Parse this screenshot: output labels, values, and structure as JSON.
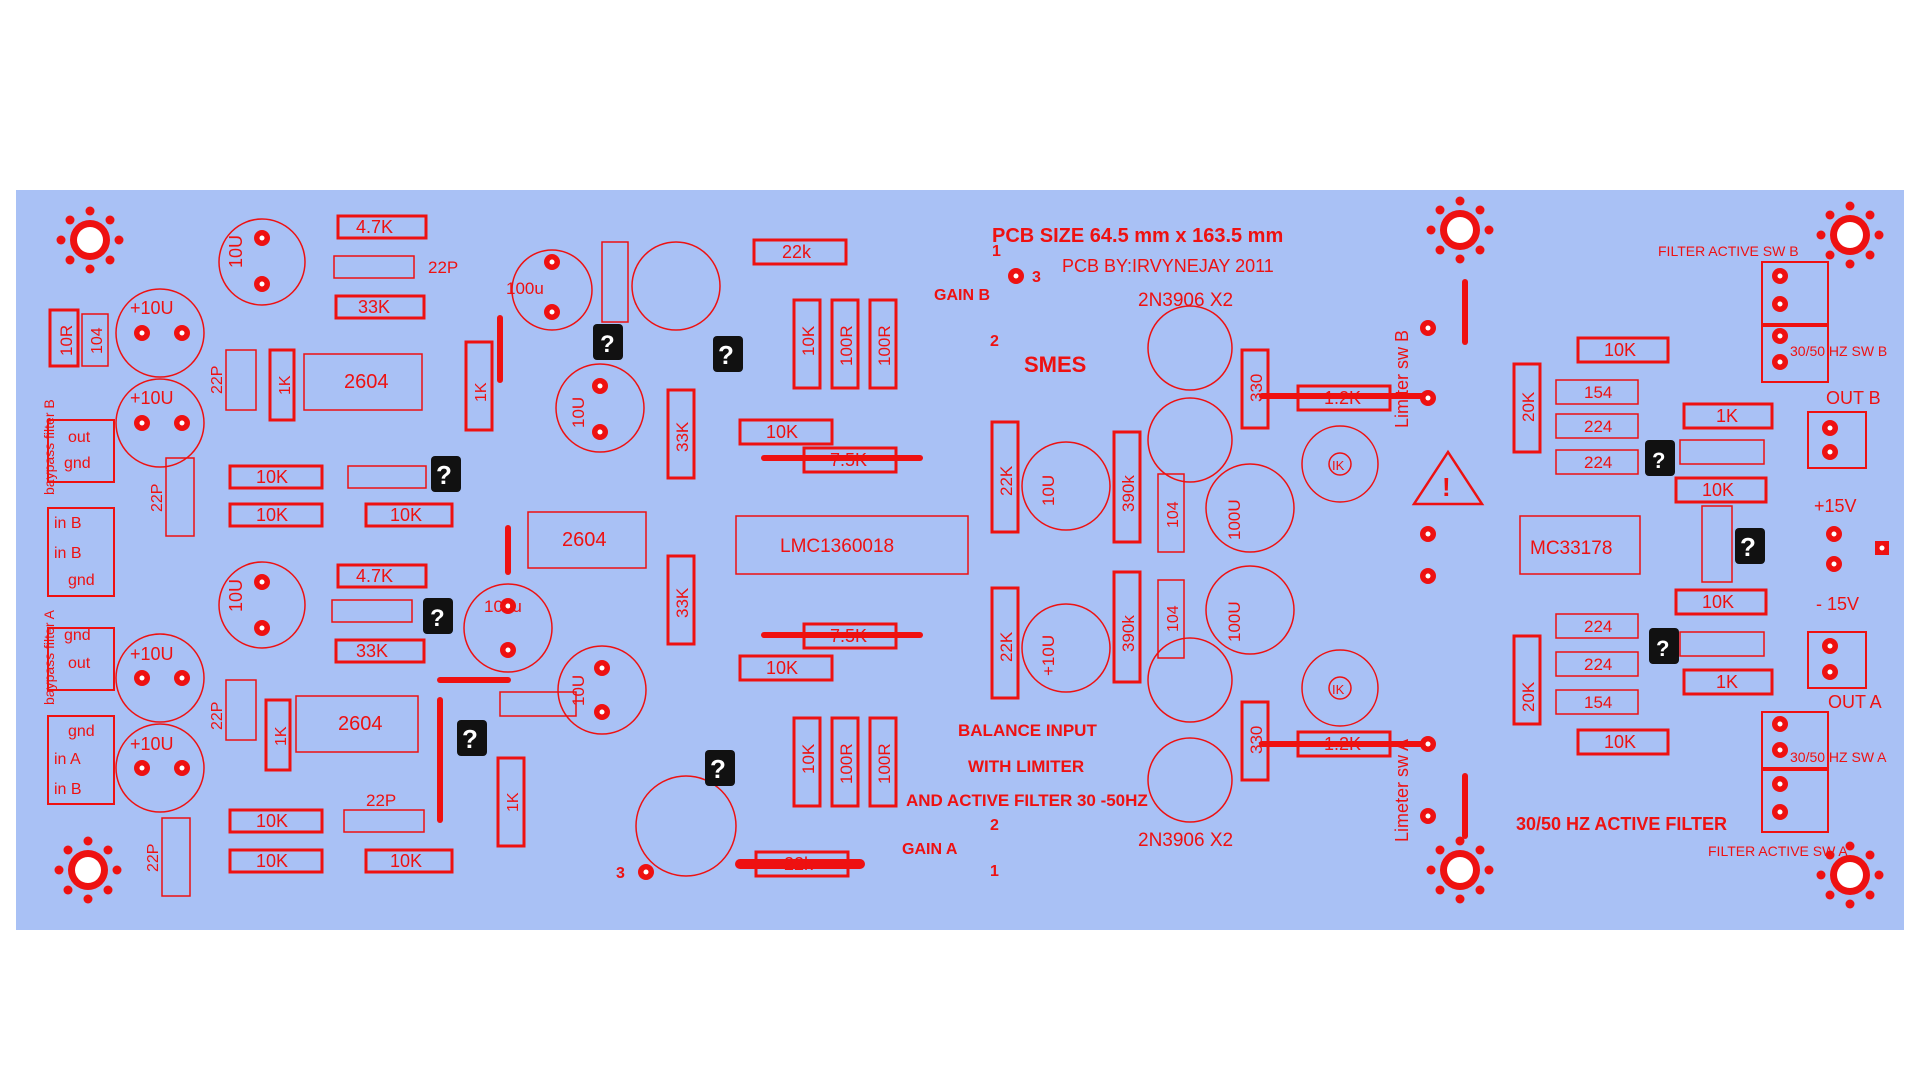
{
  "board": {
    "background_color": "#a9c1f5",
    "copper_color": "#ee1111",
    "title": "PCB SIZE 64.5 mm x 163.5 mm",
    "author": "PCB BY:IRVYNEJAY 2011",
    "project": "SMES",
    "description": [
      "BALANCE INPUT",
      "WITH LIMITER",
      "AND ACTIVE FILTER 30 -50HZ"
    ],
    "filter_title": "30/50 HZ ACTIVE FILTER",
    "transistor_top": "2N3906 X2",
    "transistor_bottom": "2N3906 X2"
  },
  "connectors": {
    "bypass_b": "baypass filter B",
    "bypass_a": "baypass filter A",
    "out": "out",
    "gnd": "gnd",
    "in_b": "in B",
    "in_a": "in A",
    "out_b": "OUT B",
    "out_a": "OUT A",
    "plus15": "+15V",
    "minus15": "- 15V",
    "filter_sw_b": "FILTER ACTIVE SW B",
    "filter_sw_a": "FILTER ACTIVE SW A",
    "hz_sw_b": "30/50 HZ SW B",
    "hz_sw_a": "30/50 HZ SW A",
    "limiter_b": "Limiter sw B",
    "limiter_a": "Limeter sw A",
    "gain_b": "GAIN B",
    "gain_a": "GAIN A",
    "pin1": "1",
    "pin2": "2",
    "pin3": "3"
  },
  "components": {
    "r10r": "10R",
    "c104": "104",
    "c10u": "10U",
    "c10u_plus": "+10U",
    "r47k": "4.7K",
    "c22p": "22P",
    "r33k": "33K",
    "ic2604": "2604",
    "r1k": "1K",
    "r10k": "10K",
    "c100u": "100u",
    "r22k": "22k",
    "r100r": "100R",
    "r75k": "7.5K",
    "ic_lmc": "LMC1360018",
    "r22k_caps": "22K",
    "r390k": "390k",
    "c100u_caps": "100U",
    "r330": "330",
    "r12k": "1.2K",
    "ic_mc": "MC33178",
    "r20k": "20K",
    "c154": "154",
    "c224": "224",
    "ik": "IK",
    "unknown": "?",
    "warning": "!"
  }
}
